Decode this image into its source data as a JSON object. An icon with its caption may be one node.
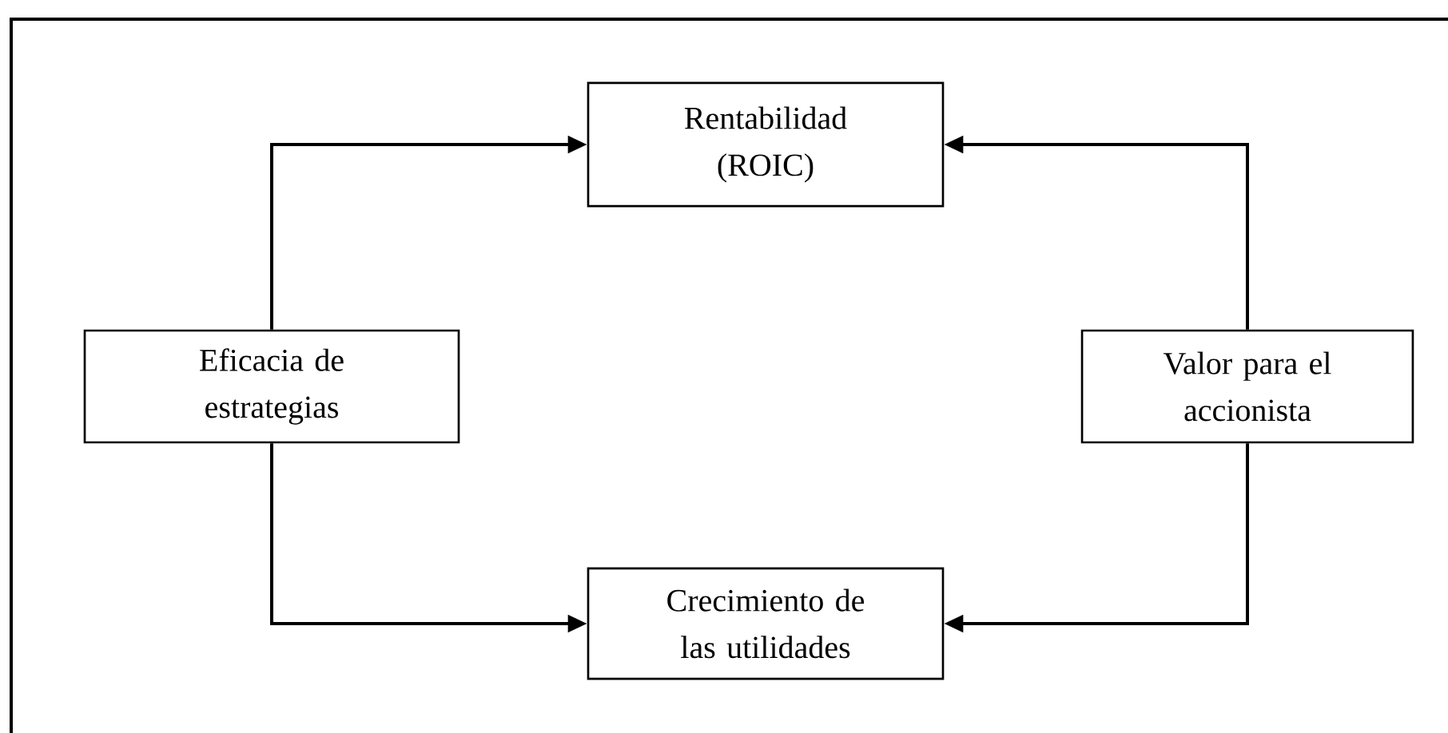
{
  "diagram": {
    "nodes": [
      {
        "text": [
          "Rentabilidad (ROIC)"
        ]
      },
      {
        "text": [
          "Eficacia de estrategias"
        ]
      },
      {
        "text": [
          "Valor para el accionista"
        ]
      },
      {
        "text": [
          "Crecimiento de las utilidades"
        ]
      }
    ],
    "edges": [
      {
        "from": 1,
        "to": 0,
        "arrow": "to"
      },
      {
        "from": 2,
        "to": 0,
        "arrow": "to"
      },
      {
        "from": 1,
        "to": 3,
        "arrow": "to"
      },
      {
        "from": 2,
        "to": 3,
        "arrow": "to"
      }
    ]
  }
}
